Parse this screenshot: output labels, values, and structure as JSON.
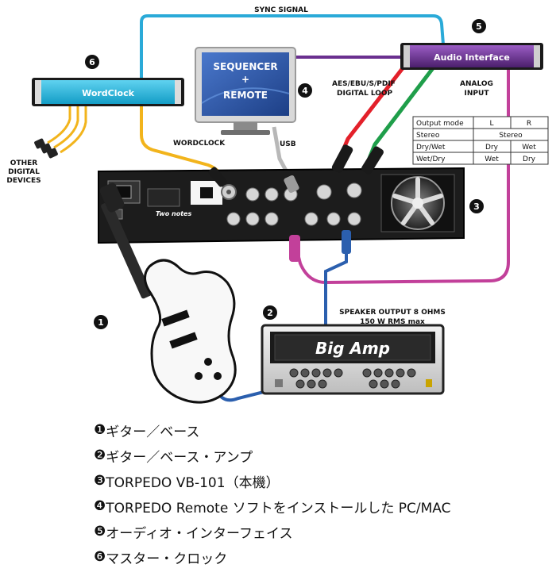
{
  "diagram": {
    "labels": {
      "sync_signal": "SYNC SIGNAL",
      "wordclock": "WORDCLOCK",
      "usb": "USB",
      "aes_line1": "AES/EBU/S/PDIF",
      "aes_line2": "DIGITAL LOOP",
      "analog_line1": "ANALOG",
      "analog_line2": "INPUT",
      "other_line1": "OTHER",
      "other_line2": "DIGITAL",
      "other_line3": "DEVICES",
      "speaker_line1": "SPEAKER OUTPUT 8 OHMS",
      "speaker_line2": "150 W RMS max"
    },
    "devices": {
      "wordclock_unit": "WordClock",
      "audio_interface": "Audio Interface",
      "sequencer_line1": "SEQUENCER",
      "sequencer_plus": "+",
      "sequencer_line2": "REMOTE",
      "amp_logo": "Big Amp",
      "brand": "Two notes"
    },
    "badges": {
      "guitar": "1",
      "amp": "2",
      "torpedo": "3",
      "remote": "4",
      "interface": "5",
      "wordclock": "6"
    },
    "output_table": {
      "header": [
        "Output mode",
        "L",
        "R"
      ],
      "rows": [
        [
          "Stereo",
          "Stereo"
        ],
        [
          "Dry/Wet",
          "Dry",
          "Wet"
        ],
        [
          "Wet/Dry",
          "Wet",
          "Dry"
        ]
      ]
    },
    "colors": {
      "sync_cable": "#2aaad8",
      "wordclock_cable": "#f2b41c",
      "digital_loop_red": "#e3202a",
      "digital_loop_green": "#1f9e4a",
      "analog_input_cable": "#c2409a",
      "speaker_cable": "#2b5fae",
      "usb_cable": "#b8b8b8",
      "wordclock_unit": "#26b6dd",
      "audio_interface": "#6a2f8f",
      "monitor_screen": "#2f56a8"
    }
  },
  "legend": [
    {
      "num": "❶",
      "text": "ギター／ベース"
    },
    {
      "num": "❷",
      "text": "ギター／ベース・アンプ"
    },
    {
      "num": "❸",
      "text": "TORPEDO VB-101（本機）"
    },
    {
      "num": "❹",
      "text": "TORPEDO Remote ソフトをインストールした PC/MAC"
    },
    {
      "num": "❺",
      "text": "オーディオ・インターフェイス"
    },
    {
      "num": "❻",
      "text": "マスター・クロック"
    }
  ]
}
